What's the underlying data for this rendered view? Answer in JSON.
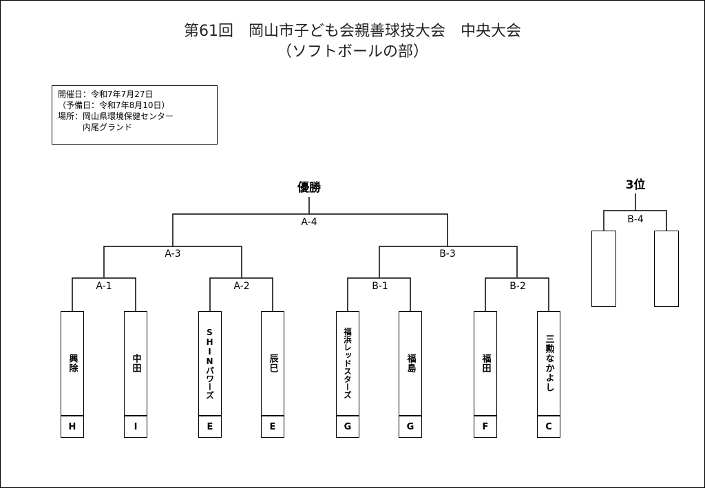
{
  "title": {
    "line1": "第61回　岡山市子ども会親善球技大会　中央大会",
    "line2": "（ソフトボールの部）"
  },
  "info": {
    "line1": "開催日：令和7年7月27日",
    "line2": "（予備日：令和7年8月10日）",
    "line3": "場所：岡山県環境保健センター",
    "line4": "　　　内尾グランド"
  },
  "bracket": {
    "champion_label": "優勝",
    "third_label": "3位",
    "matches": {
      "a1": "A-1",
      "a2": "A-2",
      "a3": "A-3",
      "a4": "A-4",
      "b1": "B-1",
      "b2": "B-2",
      "b3": "B-3",
      "b4": "B-4"
    },
    "teams": [
      {
        "name": "興除",
        "group": "H"
      },
      {
        "name": "中田",
        "group": "I"
      },
      {
        "name": "SHINパワーズ",
        "group": "E"
      },
      {
        "name": "辰巳",
        "group": "E"
      },
      {
        "name": "福浜レッドスターズ",
        "group": "G"
      },
      {
        "name": "福島",
        "group": "G"
      },
      {
        "name": "福田",
        "group": "F"
      },
      {
        "name": "三勲なかよし",
        "group": "C"
      }
    ]
  }
}
